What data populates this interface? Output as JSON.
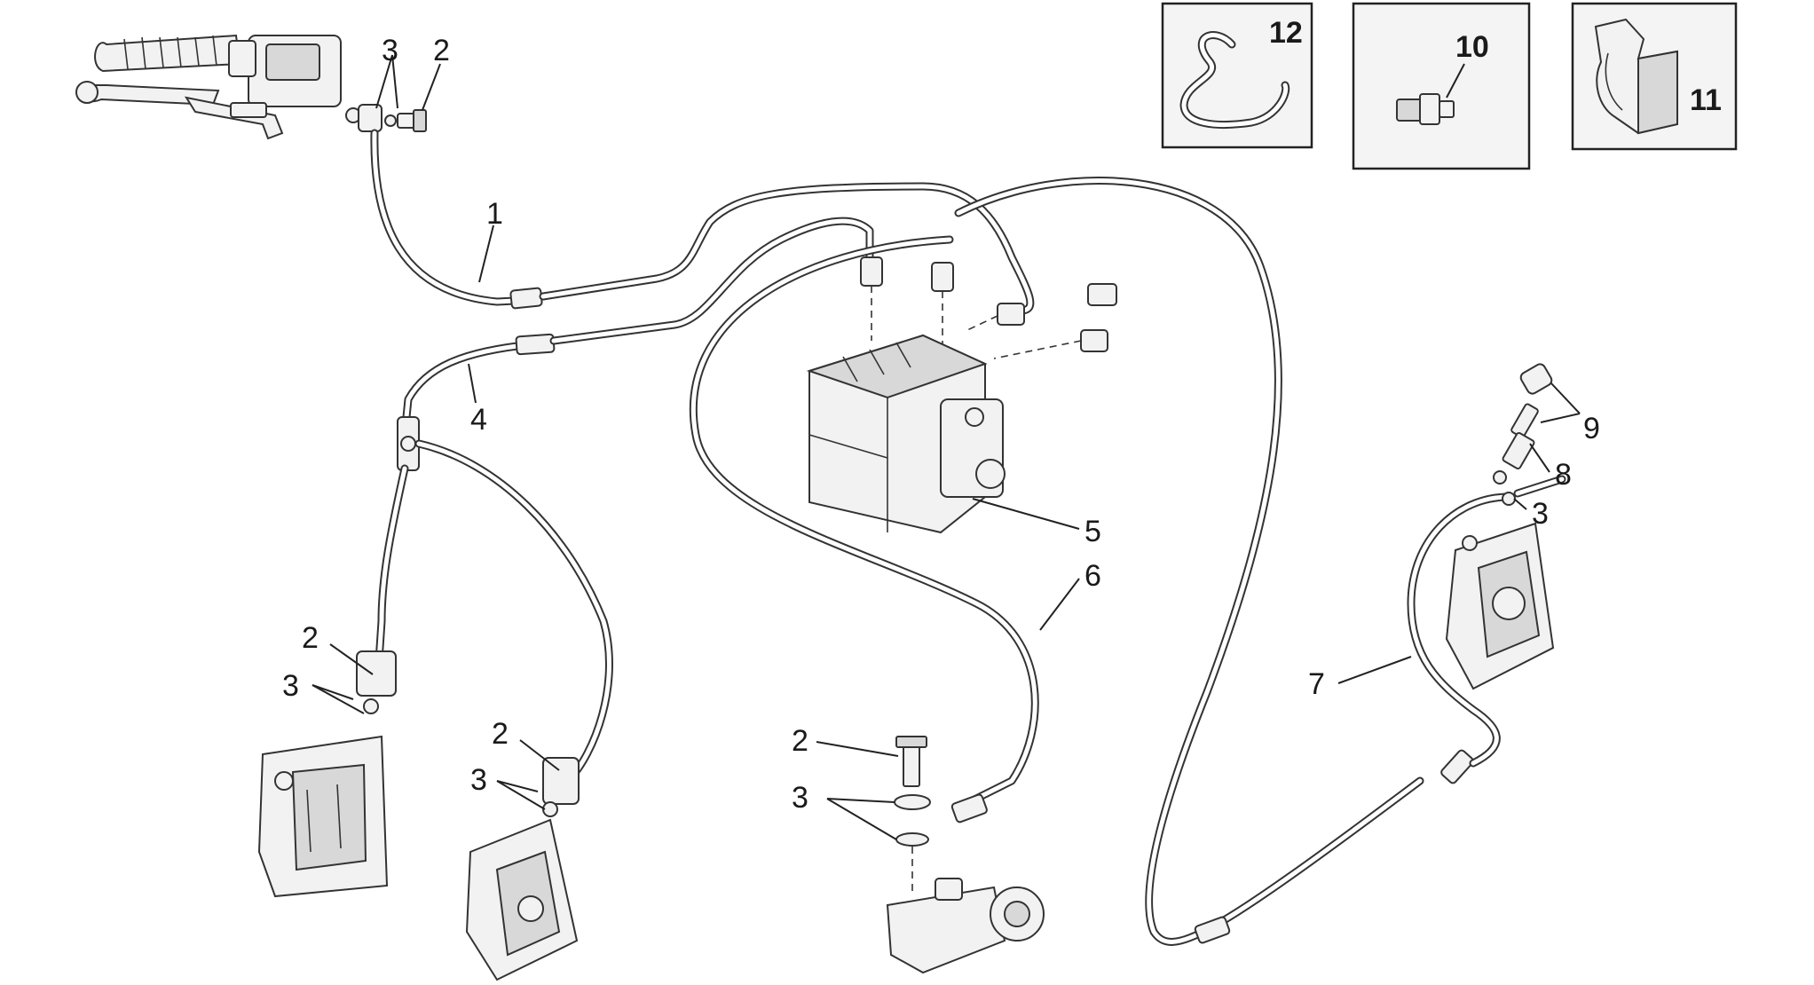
{
  "callouts": {
    "c1": "1",
    "c2_top": "2",
    "c3_top": "3",
    "c4": "4",
    "c2_left": "2",
    "c3_left": "3",
    "c2_mid": "2",
    "c3_mid": "3",
    "c2_bottom": "2",
    "c3_bottom": "3",
    "c5": "5",
    "c6": "6",
    "c7": "7",
    "c8": "8",
    "c9": "9",
    "c3_right": "3"
  },
  "insets": {
    "i12": "12",
    "i10": "10",
    "i11": "11"
  }
}
